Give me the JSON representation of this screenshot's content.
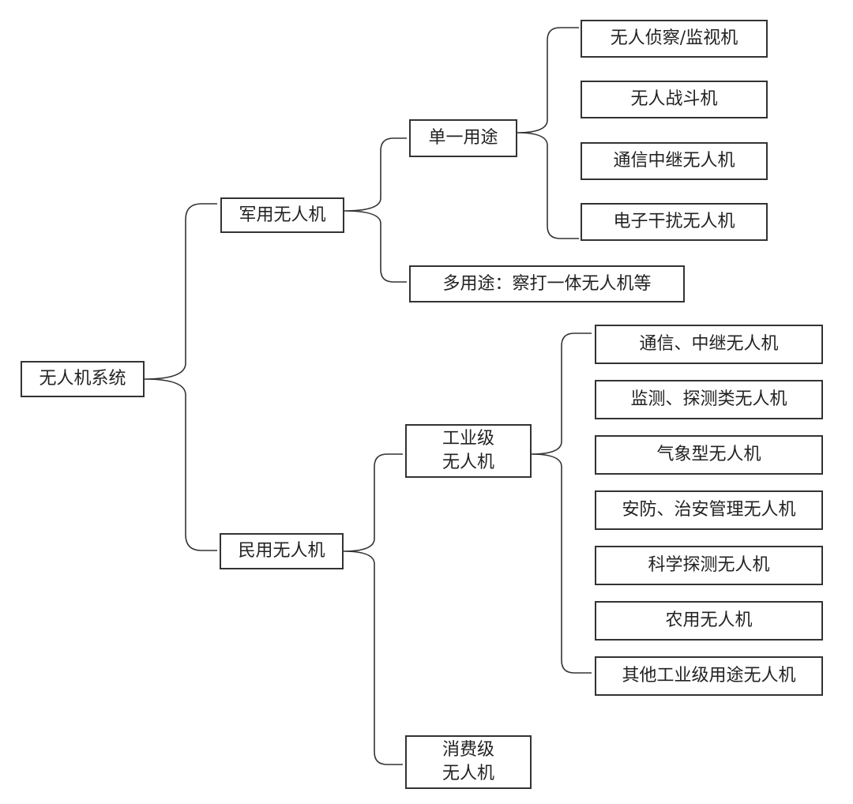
{
  "colors": {
    "line": "#333333",
    "box_border": "#333333",
    "text": "#222222",
    "background": "#ffffff"
  },
  "root": {
    "label": "无人机系统"
  },
  "military": {
    "label": "军用无人机",
    "single_use": {
      "label": "单一用途",
      "items": [
        "无人侦察/监视机",
        "无人战斗机",
        "通信中继无人机",
        "电子干扰无人机"
      ]
    },
    "multi_use": {
      "label": "多用途：察打一体无人机等"
    }
  },
  "civil": {
    "label": "民用无人机",
    "industrial": {
      "label": "工业级\n无人机",
      "items": [
        "通信、中继无人机",
        "监测、探测类无人机",
        "气象型无人机",
        "安防、治安管理无人机",
        "科学探测无人机",
        "农用无人机",
        "其他工业级用途无人机"
      ]
    },
    "consumer": {
      "label": "消费级\n无人机"
    }
  }
}
